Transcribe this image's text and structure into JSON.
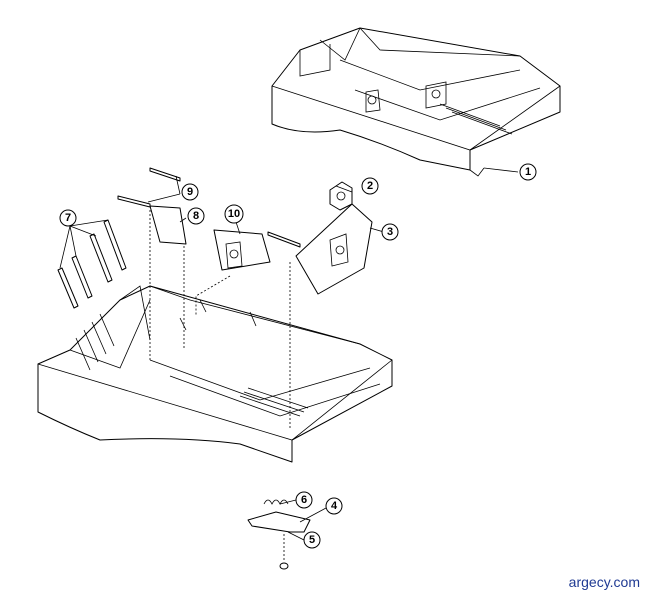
{
  "callouts": [
    {
      "label": "1"
    },
    {
      "label": "2"
    },
    {
      "label": "3"
    },
    {
      "label": "4"
    },
    {
      "label": "5"
    },
    {
      "label": "6"
    },
    {
      "label": "7"
    },
    {
      "label": "8"
    },
    {
      "label": "9"
    },
    {
      "label": "10"
    }
  ],
  "watermark": "argecy.com",
  "colors": {
    "line": "#000000",
    "watermark": "#1f3a93"
  }
}
